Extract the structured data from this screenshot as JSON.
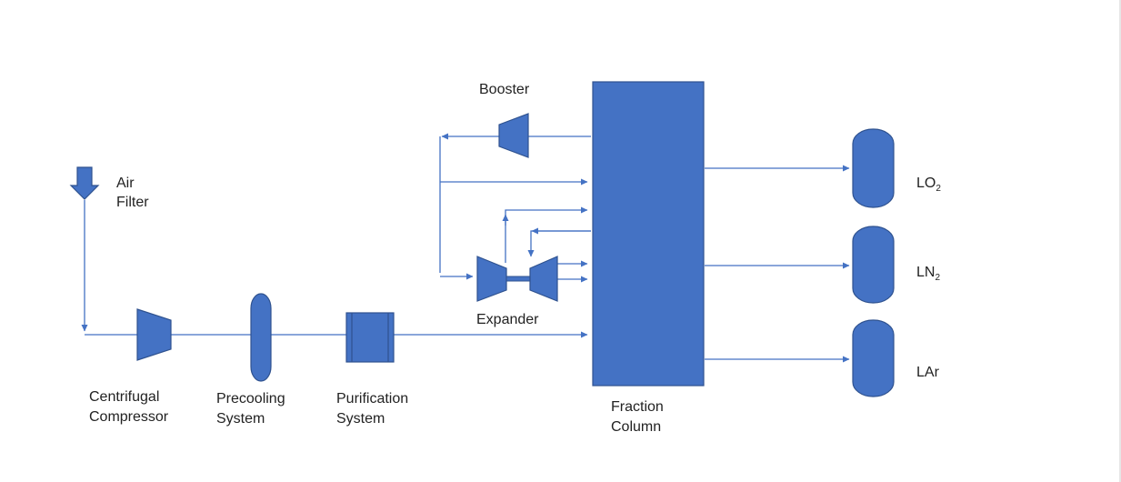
{
  "colors": {
    "equipment_fill": "#4472C4",
    "equipment_stroke": "#2F528F",
    "flow_line": "#4472C4"
  },
  "labels": {
    "air_filter": [
      "Air",
      "Filter"
    ],
    "centrifugal_compressor": [
      "Centrifugal",
      "Compressor"
    ],
    "precooling_system": [
      "Precooling",
      "System"
    ],
    "purification_system": [
      "Purification",
      "System"
    ],
    "booster": "Booster",
    "expander": "Expander",
    "fraction_column": [
      "Fraction",
      "Column"
    ],
    "products": [
      {
        "base": "LO",
        "sub": "2"
      },
      {
        "base": "LN",
        "sub": "2"
      },
      {
        "base": "LAr",
        "sub": ""
      }
    ]
  }
}
